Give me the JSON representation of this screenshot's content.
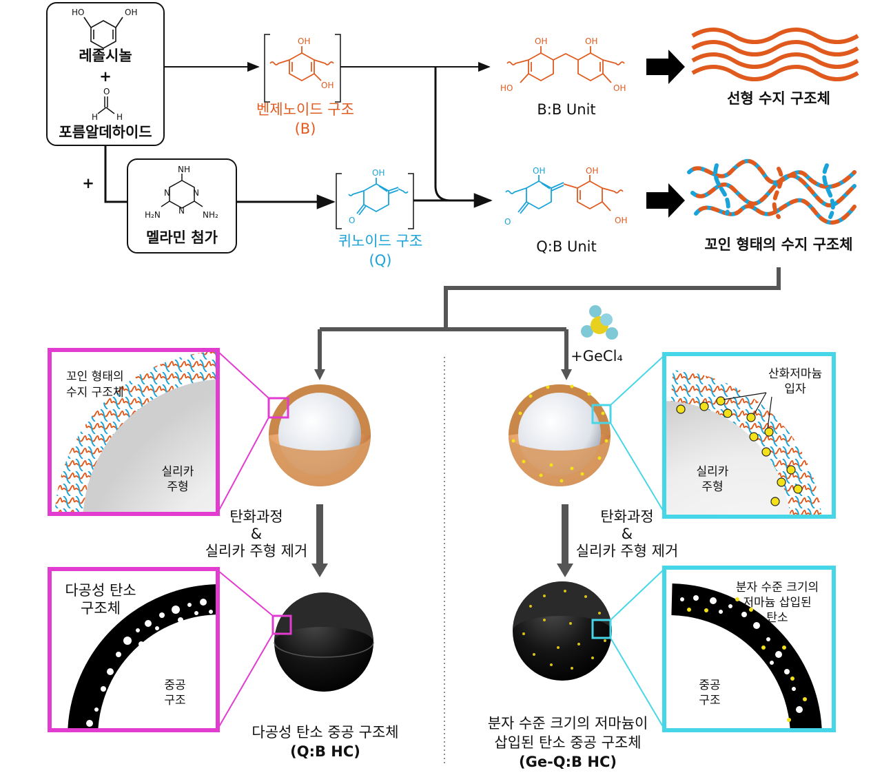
{
  "colors": {
    "benzenoid": "#e05a1e",
    "quinoid": "#1aa3d9",
    "magenta": "#e23bd0",
    "cyan_box": "#46d6e8",
    "arrow_gray": "#555555",
    "germanium": "#f3e11a"
  },
  "reactants": {
    "resorcinol": "레졸시놀",
    "plus1": "+",
    "formaldehyde": "포름알데하이드",
    "plus2": "+",
    "melamine": "멜라민 첨가",
    "oh_a": "HO",
    "oh_b": "OH",
    "h_left": "H",
    "h_right": "H",
    "o": "O",
    "nh2_top": "NH",
    "nh2_left": "H₂N",
    "nh2_right": "NH₂",
    "n": "N"
  },
  "structures": {
    "benzenoid_label": "벤제노이드 구조",
    "benzenoid_code": "(B)",
    "quinoid_label": "퀴노이드 구조",
    "quinoid_code": "(Q)",
    "bb_unit": "B:B Unit",
    "qb_unit": "Q:B Unit",
    "oh": "OH",
    "ho": "HO",
    "o": "O"
  },
  "results_top": {
    "linear": "선형 수지 구조체",
    "twisted": "꼬인 형태의 수지 구조체"
  },
  "left_panel": {
    "inset_title_line1": "꼬인 형태의",
    "inset_title_line2": "수지 구조체",
    "silica_line1": "실리카",
    "silica_line2": "주형",
    "process_line1": "탄화과정",
    "process_line2": "&",
    "process_line3": "실리카 주형 제거",
    "porous_line1": "다공성 탄소",
    "porous_line2": "구조체",
    "hollow_line1": "중공",
    "hollow_line2": "구조",
    "final_line1": "다공성 탄소 중공 구조체",
    "final_line2": "(Q:B HC)"
  },
  "right_panel": {
    "gecl4": "+GeCl₄",
    "geo2_line1": "산화저마늄",
    "geo2_line2": "입자",
    "silica_line1": "실리카",
    "silica_line2": "주형",
    "process_line1": "탄화과정",
    "process_line2": "&",
    "process_line3": "실리카 주형 제거",
    "ge_line1": "분자 수준 크기의",
    "ge_line2": "저마늄 삽입된",
    "ge_line3": "탄소",
    "hollow_line1": "중공",
    "hollow_line2": "구조",
    "final_line1": "분자 수준 크기의 저마늄이",
    "final_line2": "삽입된 탄소 중공 구조체",
    "final_line3": "(Ge-Q:B HC)"
  }
}
